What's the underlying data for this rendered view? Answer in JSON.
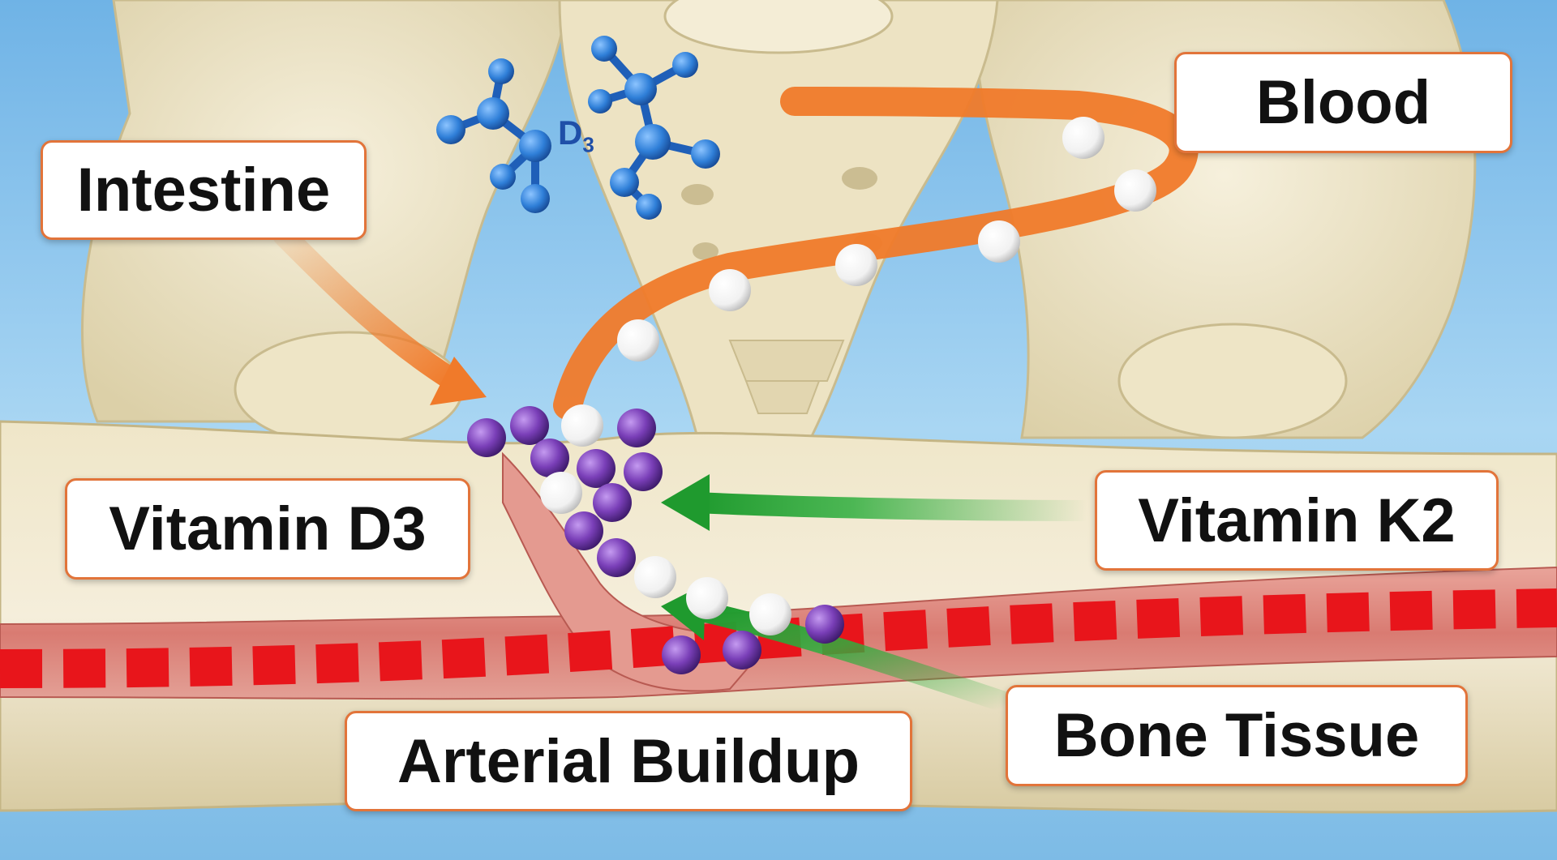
{
  "labels": {
    "intestine": "Intestine",
    "blood": "Blood",
    "vitamin_d3": "Vitamin D3",
    "vitamin_k2": "Vitamin K2",
    "arterial_buildup": "Arterial Buildup",
    "bone_tissue": "Bone Tissue"
  },
  "molecule": {
    "base": "D",
    "subscript": "3"
  },
  "colors": {
    "sky": "#7fbfe9",
    "bone": "#efe6c9",
    "blood_dash": "#e8151b",
    "orange_arrow": "#f07a2a",
    "green_arrow": "#2fae3e",
    "label_border": "#e2743a",
    "molecule_blue": "#2f7fd8",
    "particle_white": "#ffffff",
    "particle_purple": "#7a3fb8"
  }
}
